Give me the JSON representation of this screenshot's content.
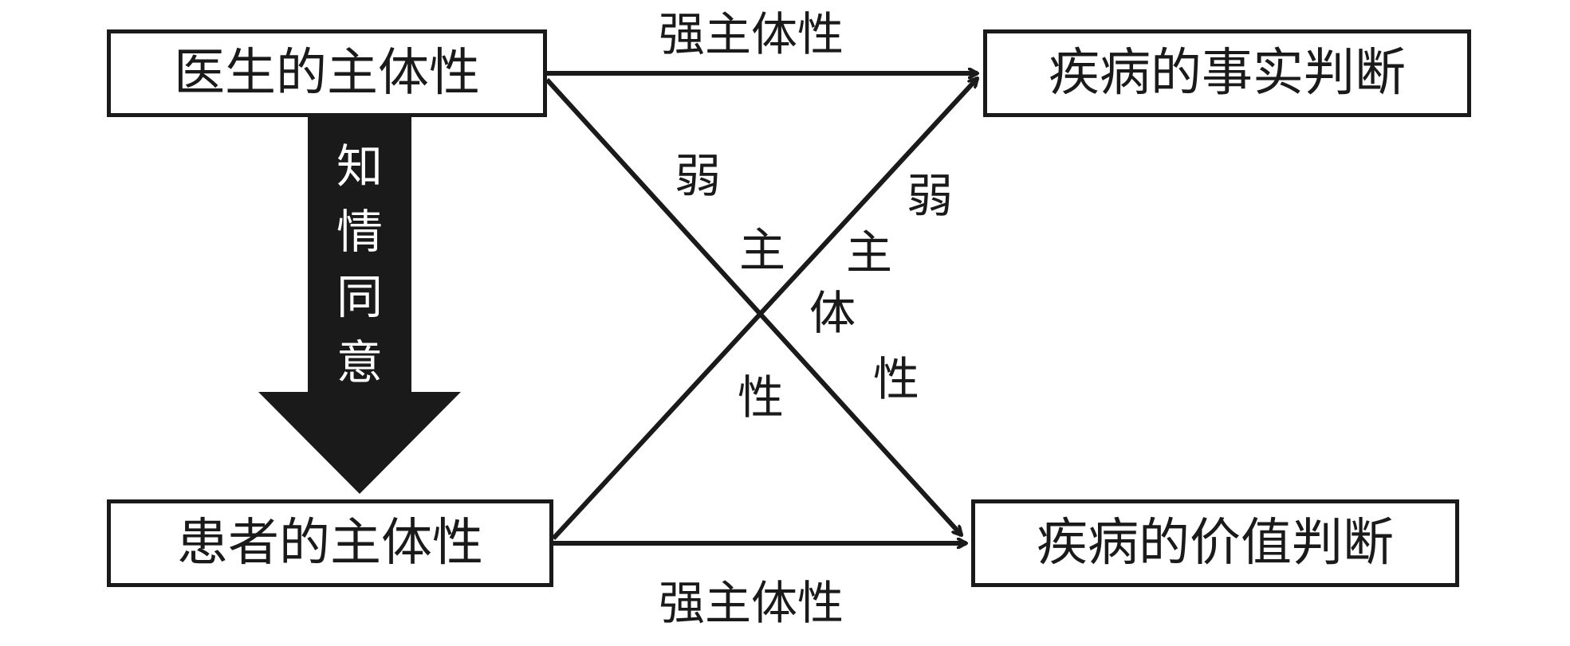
{
  "nodes": {
    "doctor": "医生的主体性",
    "patient": "患者的主体性",
    "fact": "疾病的事实判断",
    "value": "疾病的价值判断"
  },
  "arrow_labels": {
    "top": "强主体性",
    "bottom": "强主体性",
    "informed_consent": [
      "知",
      "情",
      "同",
      "意"
    ],
    "weak_left": [
      "弱",
      "主",
      "体",
      "性"
    ],
    "weak_right": [
      "弱",
      "主",
      "体",
      "性"
    ]
  },
  "colors": {
    "stroke": "#1a1a1a",
    "background": "#ffffff"
  }
}
